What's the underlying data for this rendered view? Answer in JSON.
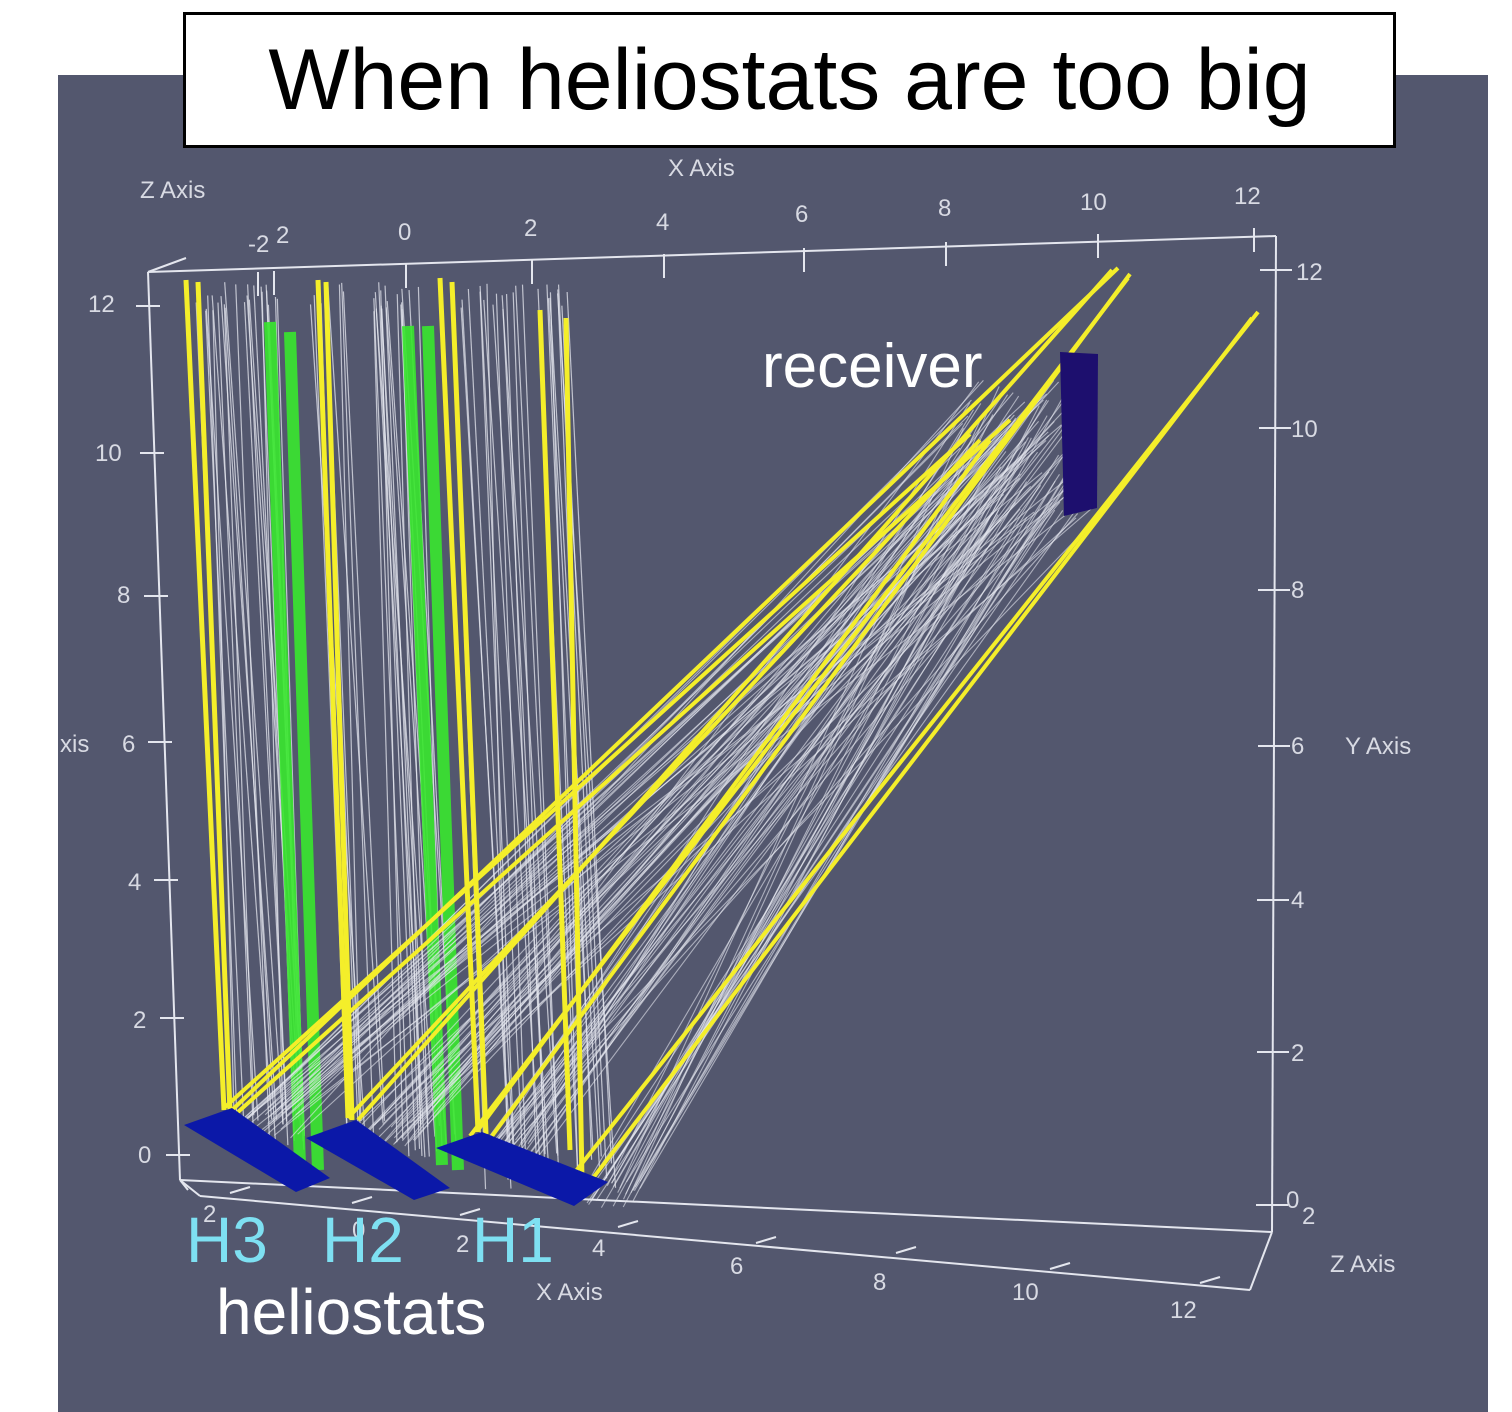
{
  "title": "When heliostats are too big",
  "labels": {
    "receiver": "receiver",
    "heliostats": "heliostats",
    "h3": "H3",
    "h2": "H2",
    "h1": "H1"
  },
  "axes": {
    "x_title": "X Axis",
    "y_title": "Y Axis",
    "y_title_left": "xis",
    "z_title": "Z Axis",
    "x_ticks": [
      "-2",
      "0",
      "2",
      "4",
      "6",
      "8",
      "10",
      "12"
    ],
    "y_ticks": [
      "0",
      "2",
      "4",
      "6",
      "8",
      "10",
      "12"
    ],
    "z_ticks_top": [
      "2"
    ],
    "z_ticks_bottom": [
      "2",
      "0",
      "2"
    ],
    "z_ticks_right": [
      "0",
      "2"
    ]
  },
  "colors": {
    "background": "#53576e",
    "ray_yellow": "#f4ee2a",
    "ray_green": "#39e82e",
    "ray_white": "#e6e8f0",
    "heliostat_blue": "#0b18a8",
    "receiver_navy": "#1d0f6e",
    "heliostat_label": "#7ee0f2",
    "label_white": "#ffffff"
  }
}
